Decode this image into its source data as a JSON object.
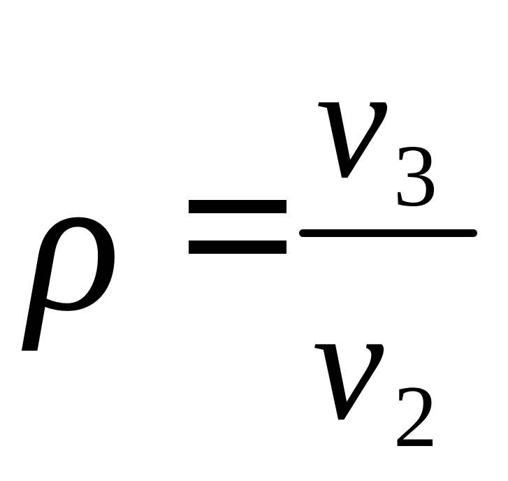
{
  "formula": {
    "lhs": "ρ",
    "equals": "=",
    "numerator": {
      "variable": "v",
      "subscript": "3"
    },
    "denominator": {
      "variable": "v",
      "subscript": "2"
    }
  }
}
